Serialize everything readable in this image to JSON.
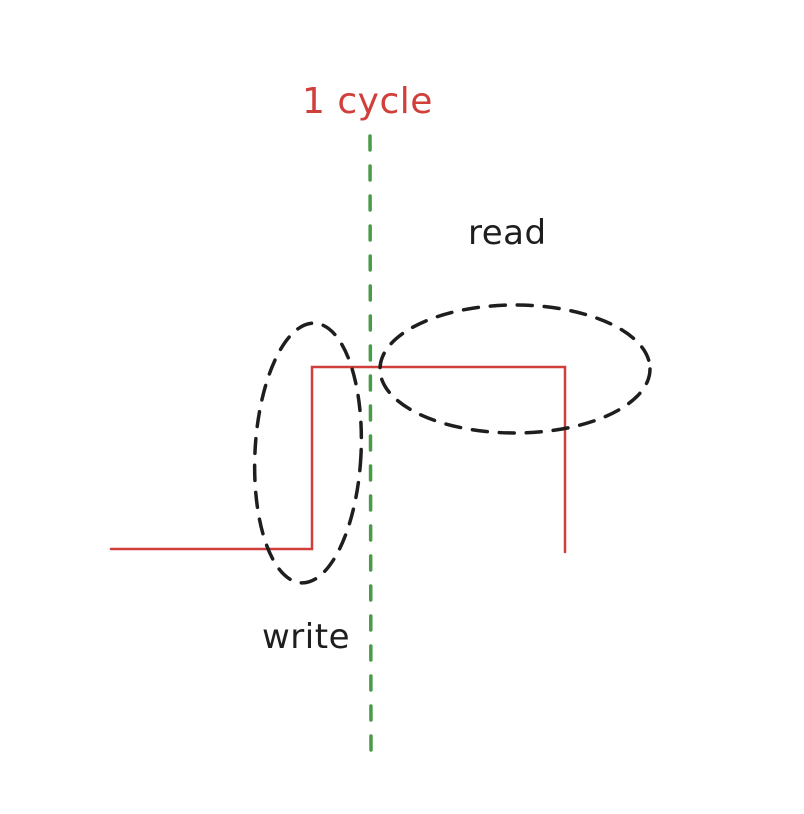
{
  "labels": {
    "cycle": "1 cycle",
    "read": "read",
    "write": "write"
  },
  "colors": {
    "signal": "#d03f3a",
    "cycle_marker": "#4a9b48",
    "annotation": "#1e1e1e",
    "cycle_label": "#d03f3a",
    "background": "#ffffff"
  }
}
